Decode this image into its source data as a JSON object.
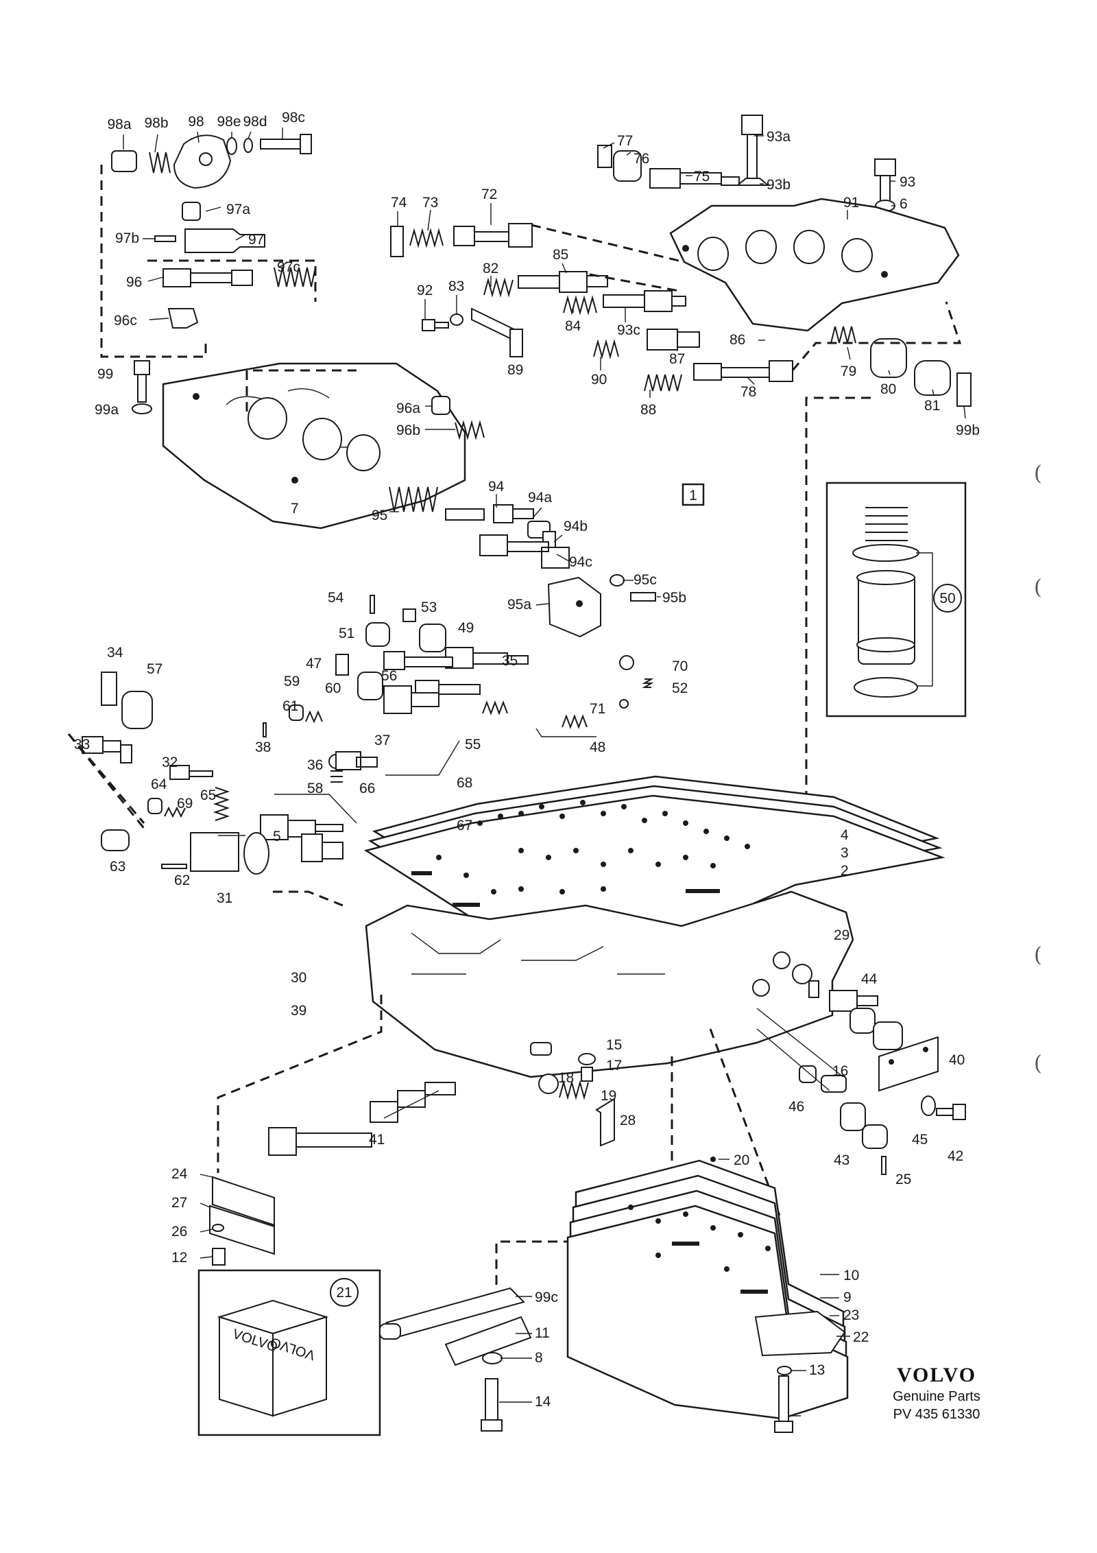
{
  "group_marker": "1",
  "callouts": [
    "98a",
    "98b",
    "98",
    "98e",
    "98d",
    "98c",
    "97a",
    "97b",
    "97",
    "97c",
    "96",
    "96c",
    "99",
    "99a",
    "7",
    "96a",
    "96b",
    "95",
    "94",
    "94a",
    "94b",
    "94c",
    "95a",
    "95c",
    "95b",
    "74",
    "73",
    "72",
    "77",
    "76",
    "75",
    "93a",
    "93b",
    "93",
    "6",
    "91",
    "92",
    "83",
    "82",
    "85",
    "84",
    "93c",
    "86",
    "87",
    "90",
    "89",
    "88",
    "78",
    "79",
    "80",
    "81",
    "99b",
    "50",
    "54",
    "53",
    "49",
    "51",
    "35",
    "34",
    "57",
    "47",
    "56",
    "60",
    "59",
    "61",
    "38",
    "71",
    "70",
    "52",
    "48",
    "55",
    "37",
    "36",
    "58",
    "66",
    "33",
    "32",
    "65",
    "64",
    "69",
    "68",
    "67",
    "63",
    "62",
    "31",
    "5",
    "4",
    "3",
    "2",
    "29",
    "30",
    "39",
    "44",
    "40",
    "16",
    "15",
    "17",
    "18",
    "19",
    "28",
    "41",
    "46",
    "45",
    "42",
    "43",
    "25",
    "24",
    "27",
    "26",
    "12",
    "20",
    "99c",
    "21",
    "11",
    "10",
    "9",
    "23",
    "8",
    "22",
    "14",
    "13"
  ],
  "brand": {
    "logo": "VOLVO",
    "tagline": "Genuine Parts",
    "reference": "PV 435 61330"
  },
  "box_label_logo": "VOLVO",
  "margin_marks": [
    "(",
    "(",
    "(",
    "("
  ]
}
